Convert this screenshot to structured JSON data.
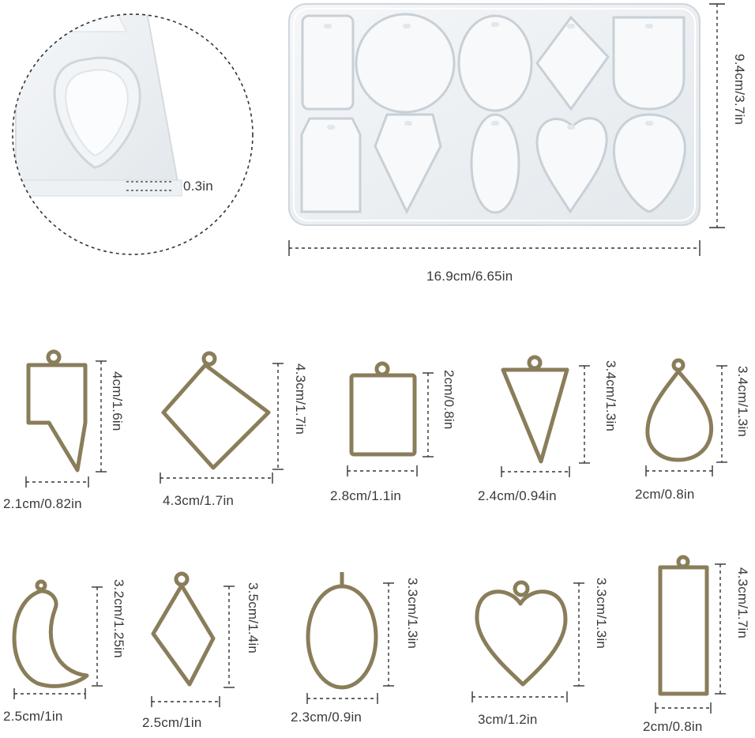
{
  "colors": {
    "mold": "#eef1f4",
    "mold_edge": "#c9d0d6",
    "metal": "#8a7d5a",
    "metal_dark": "#5e5438",
    "dash": "#333333"
  },
  "mold": {
    "depth_label": "0.3in",
    "height_label": "9.4cm/3.7in",
    "width_label": "16.9cm/6.65in",
    "cavities": [
      "rectangle",
      "circle",
      "oval",
      "diamond",
      "arch",
      "tag",
      "kite",
      "long-oval",
      "heart",
      "teardrop"
    ]
  },
  "pendants_row1": [
    {
      "shape": "shield",
      "h": "4cm/1.6in",
      "w": "2.1cm/0.82in"
    },
    {
      "shape": "rhombus",
      "h": "4.3cm/1.7in",
      "w": "4.3cm/1.7in"
    },
    {
      "shape": "rectangle",
      "h": "2cm/0.8in",
      "w": "2.8cm/1.1in"
    },
    {
      "shape": "triangle",
      "h": "3.4cm/1.3in",
      "w": "2.4cm/0.94in"
    },
    {
      "shape": "teardrop",
      "h": "3.4cm/1.3in",
      "w": "2cm/0.8in"
    }
  ],
  "pendants_row2": [
    {
      "shape": "crescent",
      "h": "3.2cm/1.25in",
      "w": "2.5cm/1in"
    },
    {
      "shape": "kite",
      "h": "3.5cm/1.4in",
      "w": "2.5cm/1in"
    },
    {
      "shape": "oval",
      "h": "3.3cm/1.3in",
      "w": "2.3cm/0.9in"
    },
    {
      "shape": "heart",
      "h": "3.3cm/1.3in",
      "w": "3cm/1.2in"
    },
    {
      "shape": "tall-rectangle",
      "h": "4.3cm/1.7in",
      "w": "2cm/0.8in"
    }
  ]
}
